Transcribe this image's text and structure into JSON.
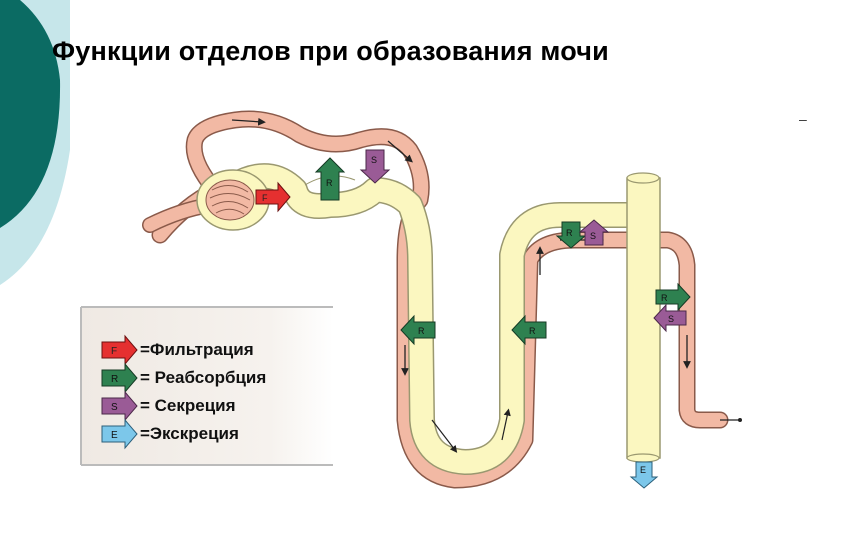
{
  "title": "Функции отделов  при образования мочи",
  "corner_mark": "–",
  "legend": {
    "items": [
      {
        "code": "F",
        "text": "=Фильтрация",
        "color": "#e53030"
      },
      {
        "code": "R",
        "text": "= Реабсорбция",
        "color": "#2e8150"
      },
      {
        "code": "S",
        "text": "= Секреция",
        "color": "#9a5b96"
      },
      {
        "code": "E",
        "text": "=Экскреция",
        "color": "#7cc7ea"
      }
    ]
  },
  "markers": {
    "F": "F",
    "R": "R",
    "S": "S",
    "E": "E"
  },
  "colors": {
    "vessel": "#f2b9a4",
    "vessel_edge": "#8a5a4a",
    "tubule": "#fbf7c0",
    "tubule_edge": "#9a9870",
    "deco_dark": "#0b6b63",
    "deco_light": "#c6e6ea"
  }
}
